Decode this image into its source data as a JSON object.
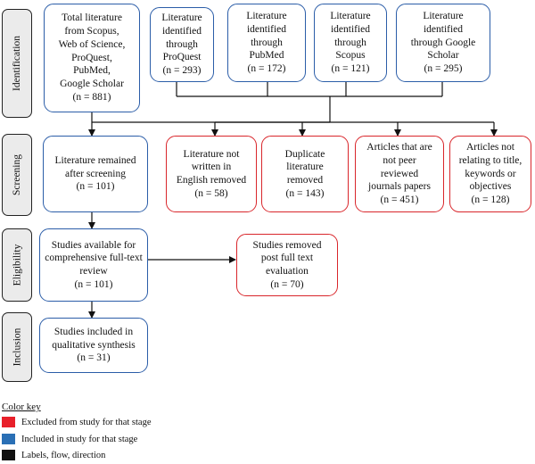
{
  "stages": {
    "identification": "Identification",
    "screening": "Screening",
    "eligibility": "Eligibility",
    "inclusion": "Inclusion"
  },
  "identification": {
    "total": "Total literature\nfrom Scopus,\nWeb of Science,\nProQuest,\nPubMed,\nGoogle Scholar\n(n = 881)",
    "proquest": "Literature\nidentified\nthrough\nProQuest\n(n = 293)",
    "pubmed": "Literature\nidentified\nthrough\nPubMed\n(n = 172)",
    "scopus": "Literature\nidentified\nthrough\nScopus\n(n = 121)",
    "google": "Literature\nidentified\nthrough Google\nScholar\n(n = 295)"
  },
  "screening": {
    "remained": "Literature remained\nafter screening\n(n = 101)",
    "not_english": "Literature not\nwritten in\nEnglish removed\n(n = 58)",
    "duplicate": "Duplicate\nliterature\nremoved\n(n = 143)",
    "not_peer": "Articles that are\nnot peer\nreviewed\njournals papers\n(n = 451)",
    "not_relating": "Articles not\nrelating to title,\nkeywords or\nobjectives\n(n = 128)"
  },
  "eligibility": {
    "available": "Studies available for\ncomprehensive full-text\nreview\n(n = 101)",
    "removed": "Studies removed\npost full text\nevaluation\n(n = 70)"
  },
  "inclusion": {
    "included": "Studies included in\nqualitative synthesis\n(n = 31)"
  },
  "key": {
    "title": "Color key",
    "items": [
      {
        "label": "Excluded from study for that stage",
        "color": "#e8202a"
      },
      {
        "label": "Included in study for that stage",
        "color": "#2a6fb5"
      },
      {
        "label": "Labels, flow, direction",
        "color": "#111111"
      }
    ]
  }
}
